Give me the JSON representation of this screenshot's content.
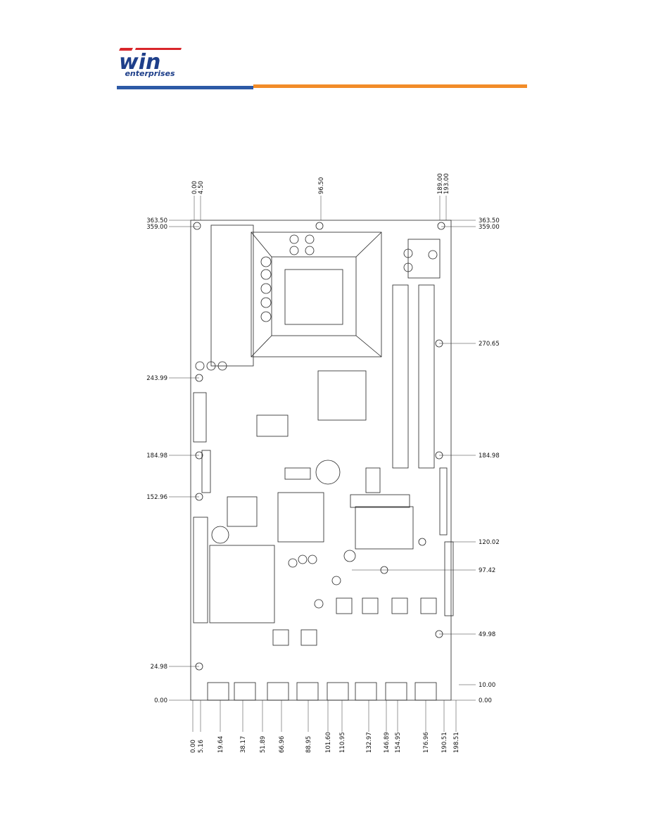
{
  "header": {
    "logo_word": "win",
    "logo_sub": "enterprises",
    "colors": {
      "blue": "#2d5aa6",
      "orange": "#f28c28",
      "logo_red": "#d9262b"
    }
  },
  "drawing": {
    "top_dims": [
      "0.00",
      "4.50",
      "96.50",
      "189.00",
      "193.00"
    ],
    "bottom_dims": [
      "0.00",
      "5.16",
      "19.64",
      "38.17",
      "51.89",
      "66.96",
      "88.95",
      "101.60",
      "110.95",
      "132.97",
      "146.89",
      "154.95",
      "176.96",
      "190.51",
      "198.51"
    ],
    "left_dims": [
      "363.50",
      "359.00",
      "243.99",
      "184.98",
      "152.96",
      "24.98",
      "0.00"
    ],
    "right_dims": [
      "363.50",
      "359.00",
      "270.65",
      "184.98",
      "120.02",
      "97.42",
      "49.98",
      "10.00",
      "0.00"
    ]
  }
}
